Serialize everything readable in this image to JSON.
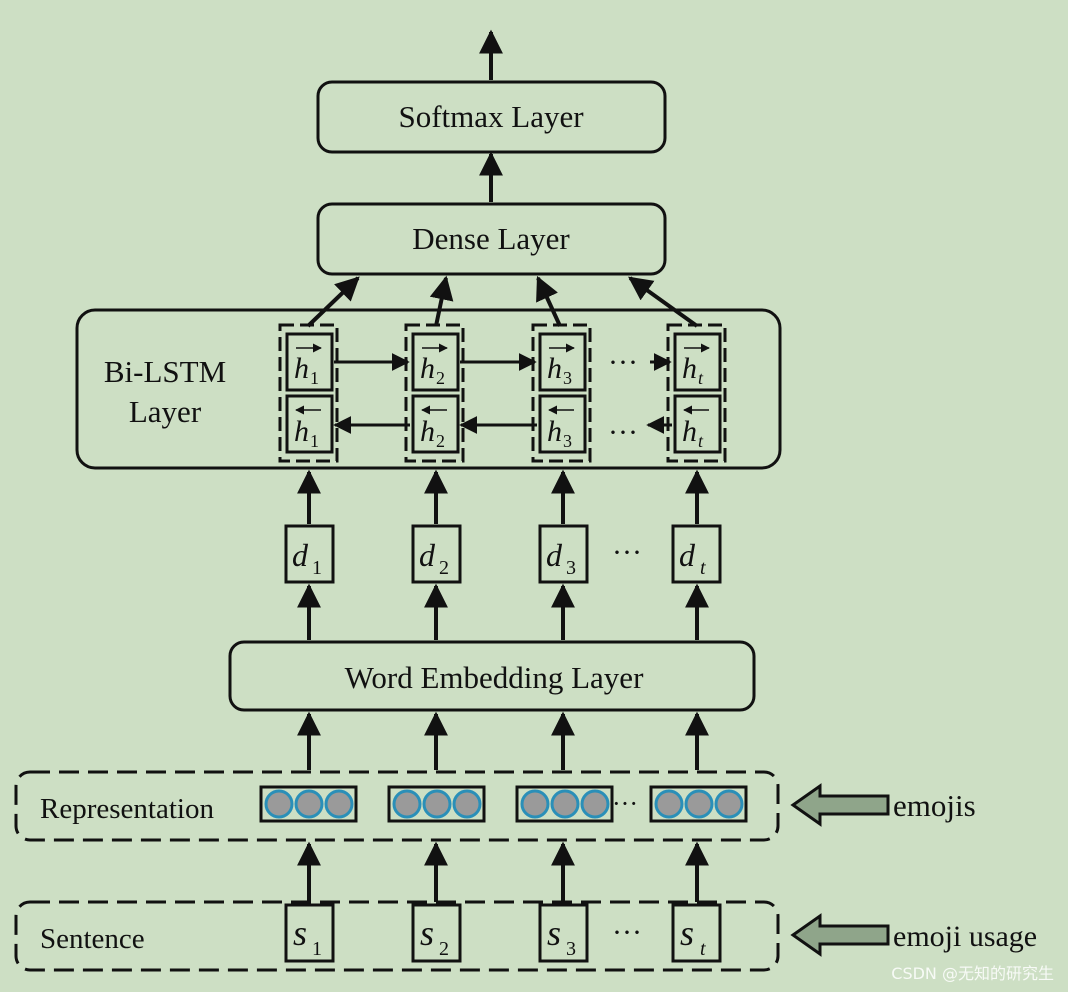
{
  "layers": {
    "softmax": "Softmax Layer",
    "dense": "Dense Layer",
    "bilstm_line1": "Bi-LSTM",
    "bilstm_line2": "Layer",
    "embedding": "Word Embedding Layer",
    "representation": "Representation",
    "sentence": "Sentence"
  },
  "side_labels": {
    "emojis": "emojis",
    "emoji_usage": "emoji usage"
  },
  "hidden_nodes": [
    {
      "symbol": "h",
      "sub": "1"
    },
    {
      "symbol": "h",
      "sub": "2"
    },
    {
      "symbol": "h",
      "sub": "3"
    },
    {
      "symbol": "h",
      "sub": "t"
    }
  ],
  "d_nodes": [
    {
      "symbol": "d",
      "sub": "1"
    },
    {
      "symbol": "d",
      "sub": "2"
    },
    {
      "symbol": "d",
      "sub": "3"
    },
    {
      "symbol": "d",
      "sub": "t"
    }
  ],
  "s_nodes": [
    {
      "symbol": "s",
      "sub": "1"
    },
    {
      "symbol": "s",
      "sub": "2"
    },
    {
      "symbol": "s",
      "sub": "3"
    },
    {
      "symbol": "s",
      "sub": "t"
    }
  ],
  "ellipsis": "···",
  "watermark": "CSDN @无知的研究生",
  "colors": {
    "background": "#cddfc4",
    "stroke": "#111111",
    "circle_fill": "#9a9a9a",
    "circle_stroke": "#2a8fb8",
    "side_arrow_fill": "#8fa58a"
  }
}
